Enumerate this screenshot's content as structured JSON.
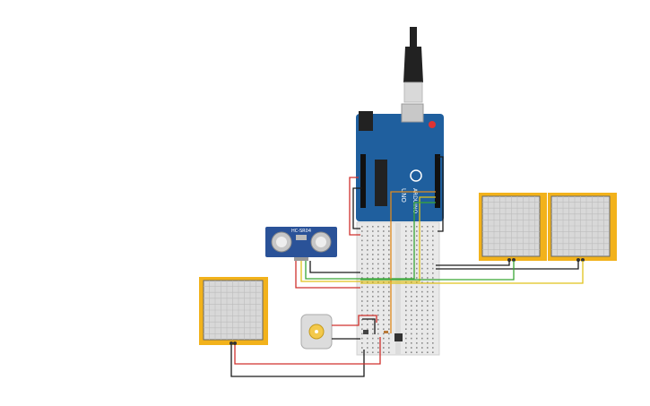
{
  "canvas": {
    "background": "#ffffff"
  },
  "arduino": {
    "brand_text": "ARDUINO",
    "model_text": "UNO",
    "board_color": "#1f5f9e",
    "chip_color": "#222222"
  },
  "ultrasonic": {
    "model_text": "HC-SR04",
    "board_color": "#2a5298"
  },
  "multimeters": [
    {
      "id": "left",
      "frame_color": "#f2b21b"
    },
    {
      "id": "middle",
      "frame_color": "#f2b21b"
    },
    {
      "id": "right",
      "frame_color": "#f2b21b"
    }
  ],
  "breadboard": {
    "color": "#e9e9e9"
  },
  "usb_cable": {
    "plug_color": "#222222",
    "connector_color": "#d9d9d9"
  },
  "dc_motor": {
    "body_color": "#dcdcdc",
    "hub_color": "#f3c94b"
  },
  "wire_colors": {
    "red": "#d0312d",
    "black": "#1a1a1a",
    "green": "#3aa635",
    "yellow": "#e0c21a",
    "orange": "#e08a1e"
  }
}
